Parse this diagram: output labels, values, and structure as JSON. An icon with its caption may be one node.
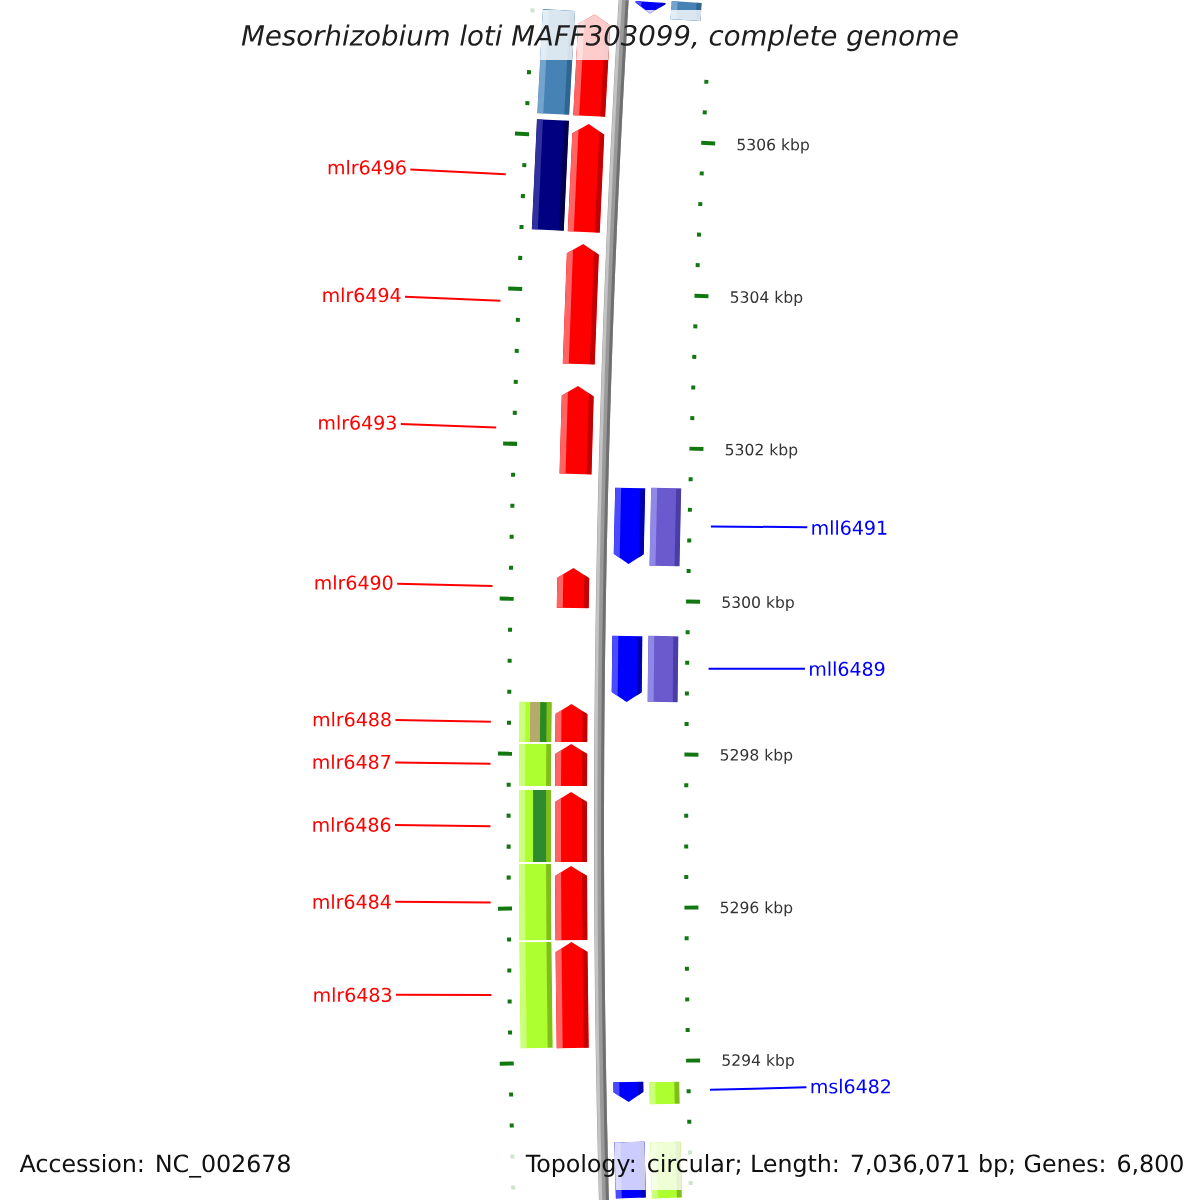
{
  "diagram": {
    "title": "Mesorhizobium loti MAFF303099, complete genome",
    "nodes": [
      {
        "text": [
          "mlr6496"
        ]
      },
      {
        "text": [
          "mlr6494"
        ]
      },
      {
        "text": [
          "mlr6493"
        ]
      },
      {
        "text": [
          "mll6491"
        ]
      },
      {
        "text": [
          "mlr6490"
        ]
      },
      {
        "text": [
          "mll6489"
        ]
      },
      {
        "text": [
          "mlr6488"
        ]
      },
      {
        "text": [
          "mlr6487"
        ]
      },
      {
        "text": [
          "mlr6486"
        ]
      },
      {
        "text": [
          "mlr6484"
        ]
      },
      {
        "text": [
          "mlr6483"
        ]
      },
      {
        "text": [
          "msl6482"
        ]
      },
      {
        "text": [],
        "shape": "arrow"
      },
      {
        "text": [],
        "shape": "arrow"
      },
      {
        "text": [],
        "shape": "arrow"
      },
      {
        "text": [],
        "shape": "arrow"
      },
      {
        "text": [],
        "shape": "arrow"
      },
      {
        "text": [],
        "shape": "arrow"
      },
      {
        "text": [],
        "shape": "arrow"
      },
      {
        "text": [],
        "shape": "arrow"
      },
      {
        "text": [],
        "shape": "arrow"
      },
      {
        "text": [],
        "shape": "arrow"
      },
      {
        "text": [],
        "shape": "arrow"
      },
      {
        "text": [],
        "shape": "arrow"
      },
      {
        "text": [],
        "shape": "arrow"
      },
      {
        "text": [],
        "shape": "arrow"
      }
    ],
    "edges": [
      {
        "from": 0,
        "to": 14,
        "arrow": "none"
      },
      {
        "from": 1,
        "to": 15,
        "arrow": "none"
      },
      {
        "from": 2,
        "to": 16,
        "arrow": "none"
      },
      {
        "from": 3,
        "to": 17,
        "arrow": "none",
        "color": "#0000ff"
      },
      {
        "from": 4,
        "to": 18,
        "arrow": "none"
      },
      {
        "from": 5,
        "to": 19,
        "arrow": "none",
        "color": "#0000ff"
      },
      {
        "from": 6,
        "to": 20,
        "arrow": "none"
      },
      {
        "from": 7,
        "to": 21,
        "arrow": "none"
      },
      {
        "from": 8,
        "to": 22,
        "arrow": "none"
      },
      {
        "from": 9,
        "to": 23,
        "arrow": "none"
      },
      {
        "from": 10,
        "to": 24,
        "arrow": "none"
      },
      {
        "from": 11,
        "to": 25,
        "arrow": "none",
        "color": "#0000ff"
      }
    ],
    "labels": [
      "5306 kbp",
      "5304 kbp",
      "5302 kbp",
      "5300 kbp",
      "5298 kbp",
      "5296 kbp",
      "5294 kbp",
      "Accession: NC_002678",
      "Topology: circular; Length: 7,036,071 bp; Genes: 6,800"
    ]
  }
}
